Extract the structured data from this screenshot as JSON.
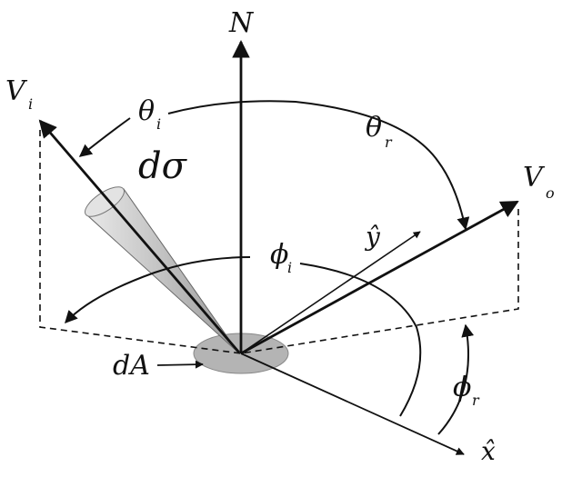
{
  "labels": {
    "normal": "N",
    "incident_vector": "V",
    "incident_vector_sub": "i",
    "outgoing_vector": "V",
    "outgoing_vector_sub": "o",
    "theta_i": "θ",
    "theta_i_sub": "i",
    "theta_r": "θ",
    "theta_r_sub": "r",
    "phi_i": "ϕ",
    "phi_i_sub": "i",
    "phi_r": "ϕ",
    "phi_r_sub": "r",
    "solid_angle": "dσ",
    "area": "dA",
    "y_axis": "ŷ",
    "x_axis": "x̂"
  },
  "colors": {
    "ink": "#111111",
    "cone_fill": "#c8c8c8",
    "patch_fill": "#b4b4b4"
  }
}
